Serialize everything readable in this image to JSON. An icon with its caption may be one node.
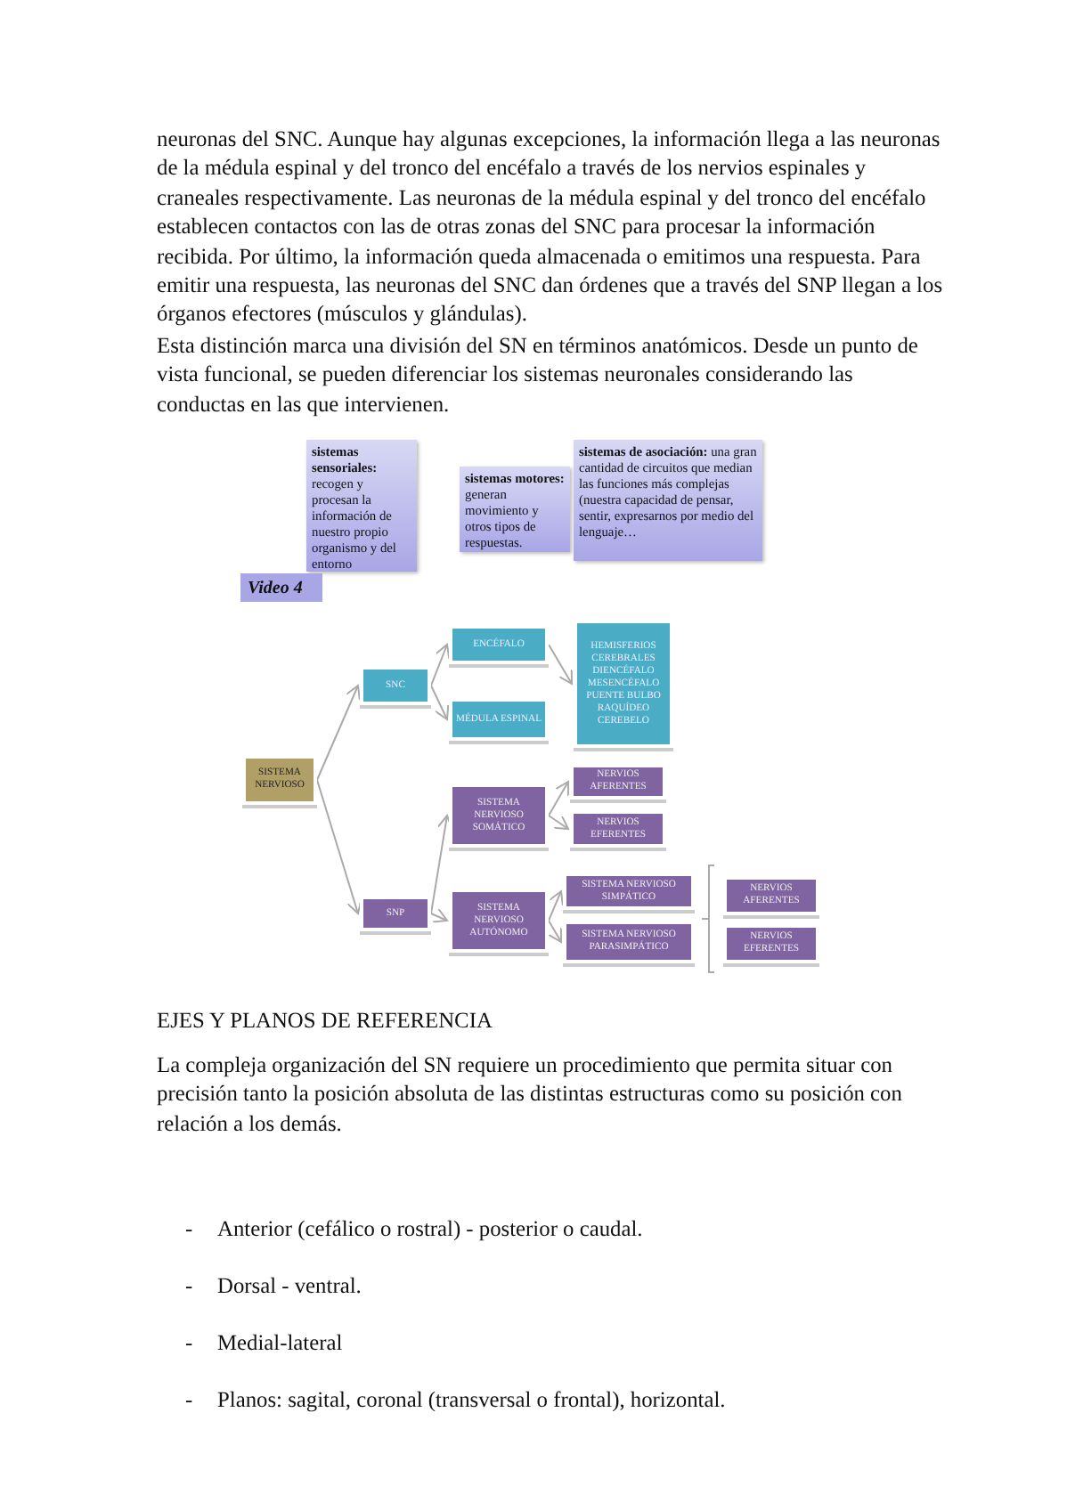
{
  "diagram": {
    "nodes": [
      {
        "text": [
          "**sistemas sensoriales:** recogen y procesan la información de nuestro propio organismo y del entorno"
        ]
      },
      {
        "text": [
          "**sistemas motores:** generan movimiento y otros tipos de respuestas."
        ]
      },
      {
        "text": [
          "**sistemas de asociación:** una gran cantidad de circuitos que median las funciones más complejas (nuestra capacidad de pensar, sentir, expresarnos por medio del lenguaje…"
        ]
      },
      {
        "text": [
          "Video 4"
        ]
      },
      {
        "text": [
          "SISTEMA NERVIOSO"
        ]
      },
      {
        "text": [
          "SNC"
        ]
      },
      {
        "text": [
          "ENCÉFALO"
        ]
      },
      {
        "text": [
          "MÉDULA ESPINAL"
        ]
      },
      {
        "text": [
          "HEMISFERIOS CEREBRALES DIENCÉFALO MESENCÉFALO PUENTE BULBO RAQUÍDEO CEREBELO"
        ]
      },
      {
        "text": [
          "SNP"
        ]
      },
      {
        "text": [
          "SISTEMA NERVIOSO SOMÁTICO"
        ]
      },
      {
        "text": [
          "NERVIOS AFERENTES"
        ]
      },
      {
        "text": [
          "NERVIOS EFERENTES"
        ]
      },
      {
        "text": [
          "SISTEMA NERVIOSO AUTÓNOMO"
        ]
      },
      {
        "text": [
          "SISTEMA NERVIOSO SIMPÁTICO"
        ]
      },
      {
        "text": [
          "SISTEMA NERVIOSO PARASIMPÁTICO"
        ]
      },
      {
        "text": [
          "NERVIOS AFERENTES"
        ]
      },
      {
        "text": [
          "NERVIOS EFERENTES"
        ]
      }
    ],
    "edges": [
      {
        "from": 4,
        "to": 5,
        "arrow": "to"
      },
      {
        "from": 4,
        "to": 9,
        "arrow": "to"
      },
      {
        "from": 5,
        "to": 6,
        "arrow": "to"
      },
      {
        "from": 5,
        "to": 7,
        "arrow": "to"
      },
      {
        "from": 6,
        "to": 8,
        "arrow": "to"
      },
      {
        "from": 9,
        "to": 10,
        "arrow": "to"
      },
      {
        "from": 9,
        "to": 13,
        "arrow": "to"
      },
      {
        "from": 10,
        "to": 11,
        "arrow": "to"
      },
      {
        "from": 10,
        "to": 12,
        "arrow": "to"
      },
      {
        "from": 13,
        "to": 14,
        "arrow": "to"
      },
      {
        "from": 13,
        "to": 15,
        "arrow": "to"
      }
    ],
    "labels": [
      "neuronas del SNC. Aunque hay algunas excepciones, la información llega a las neuronas de la médula espinal y del tronco del encéfalo a través de los nervios espinales y craneales respectivamente. Las neuronas de la médula espinal y del tronco del encéfalo establecen contactos con las de otras zonas del SNC para procesar la información recibida. Por último, la información queda almacenada o emitimos una respuesta. Para emitir una respuesta, las neuronas del SNC dan órdenes que a través del SNP llegan a los órganos efectores (músculos y glándulas).",
      "Esta distinción marca una división del SN en términos anatómicos. Desde un punto de vista funcional, se pueden diferenciar los sistemas neuronales considerando las conductas en las que intervienen.",
      "EJES Y PLANOS DE REFERENCIA",
      "La compleja organización del SN requiere un procedimiento que permita situar con precisión tanto la posición absoluta de las distintas estructuras como su posición con relación a los demás.",
      "-",
      "Anterior (cefálico o rostral) - posterior o caudal.",
      "-",
      "Dorsal - ventral.",
      "-",
      "Medial-lateral",
      "-",
      "Planos: sagital, coronal (transversal o frontal), horizontal."
    ]
  }
}
